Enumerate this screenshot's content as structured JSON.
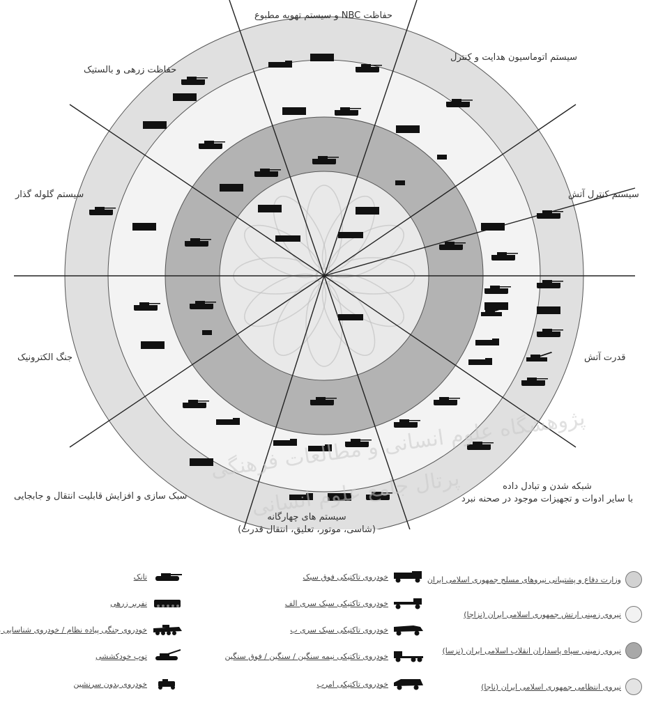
{
  "colors": {
    "ring_outer": "#e0e0e0",
    "ring_2": "#f3f3f3",
    "ring_3": "#b3b3b3",
    "ring_inner": "#e9e9e9",
    "line": "#222222",
    "vehicle": "#111111"
  },
  "sectors": {
    "nbc": "حفاظت NBC و سیستم تهویه مطبوع",
    "automation": "سیستم اتوماسیون هدایت و کنترل",
    "fire_control": "سیستم کنترل آتش",
    "firepower": "قدرت آتش",
    "network": "شبکه شدن و تبادل داده",
    "network_2": "با سایر ادوات و تجهیزات موجود در صحنه نبرد",
    "quad": "سیستم های چهارگانه",
    "quad_2": "(شاسی، موتور، تعلیق، انتقال قدرت)",
    "lightweight": "سبک سازی و افزایش قابلیت انتقال و جابجایی",
    "ew": "جنگ الکترونیک",
    "loader": "سیستم گلوله گذار",
    "armor": "حفاظت زرهی و بالستیک"
  },
  "watermark": {
    "line1": "پژوهشگاه علوم انسانی و مطالعات فرهنگی",
    "line2": "پرتال جامع علوم انسانی"
  },
  "legend": {
    "organizations": [
      {
        "label": "وزارت دفاع و پشتیبانی نیروهای مسلح جمهوری اسلامی ایران",
        "color": "#d2d2d2"
      },
      {
        "label": "نیروی زمینی ارتش جمهوری اسلامی ایران (نزاجا)",
        "color": "#f2f2f2"
      },
      {
        "label": "نیروی زمینی سپاه پاسداران انقلاب اسلامی ایران (نزسا)",
        "color": "#a8a8a8"
      },
      {
        "label": "نیروی انتظامی جمهوری اسلامی ایران (ناجا)",
        "color": "#e4e4e4"
      }
    ],
    "trucks": [
      {
        "label": "خودروی تاکتیکی فوق سبک",
        "icon": "ultralight-truck-icon"
      },
      {
        "label": "خودروی تاکتیکی سبک سری الف",
        "icon": "light-truck-a-icon"
      },
      {
        "label": "خودروی تاکتیکی سبک سری ب",
        "icon": "light-truck-b-icon"
      },
      {
        "label": "خودروی تاکتیکی نیمه سنگین / سنگین / فوق سنگین",
        "icon": "heavy-truck-icon"
      },
      {
        "label": "خودروی تاکتیکی امرب",
        "icon": "mrap-icon"
      }
    ],
    "armor": [
      {
        "label": "تانک",
        "icon": "tank-icon"
      },
      {
        "label": "نفربر زرهی",
        "icon": "apc-icon"
      },
      {
        "label": "خودروی جنگی پیاده نظام / خودروی شناسایی زرهی",
        "icon": "ifv-icon"
      },
      {
        "label": "توپ خودکششی",
        "icon": "sp-gun-icon"
      },
      {
        "label": "خودروی بدون سرنشین",
        "icon": "ugv-icon"
      }
    ]
  }
}
